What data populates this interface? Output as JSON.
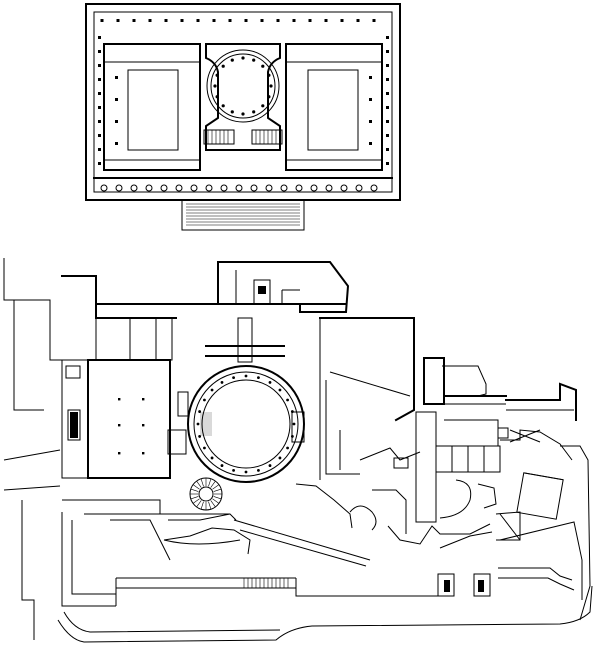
{
  "drawing": {
    "plans": [
      {
        "key": "top-plan",
        "symmetry": "bilateral",
        "central_space": "rotunda"
      },
      {
        "key": "bottom-plan",
        "central_space": "rotunda"
      }
    ],
    "colors": {
      "line": "#000000",
      "background": "#ffffff"
    }
  }
}
